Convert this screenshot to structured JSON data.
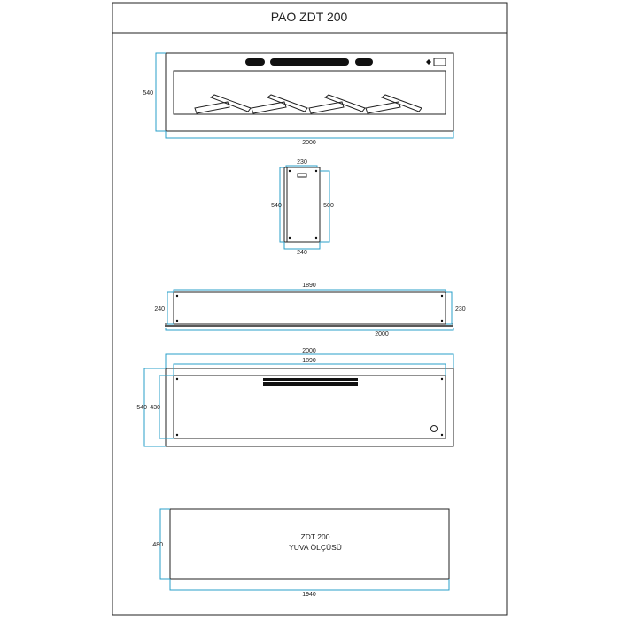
{
  "title": "PAO ZDT 200",
  "views": {
    "front": {
      "height": "540",
      "width": "2000"
    },
    "side": {
      "top_width": "230",
      "outer_height": "540",
      "inner_height": "500",
      "bottom_width": "240"
    },
    "top": {
      "inner_width": "1890",
      "left_depth": "240",
      "right_depth": "230",
      "overall_width": "2000"
    },
    "back": {
      "overall_width": "2000",
      "inner_width": "1890",
      "overall_height": "540",
      "inner_height": "430"
    },
    "niche": {
      "label_line1": "ZDT 200",
      "label_line2": "YUVA  ÖLÇÜSÜ",
      "height": "480",
      "width": "1940"
    }
  }
}
